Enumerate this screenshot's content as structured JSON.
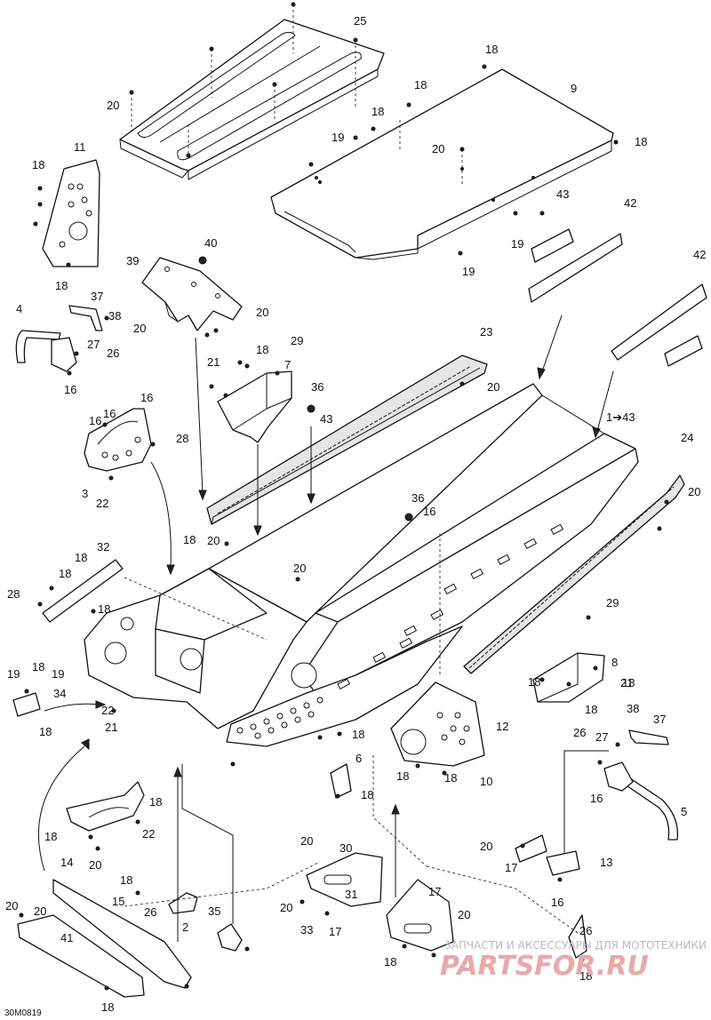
{
  "diagram": {
    "code": "30M0819",
    "watermark": {
      "tagline": "ЗАПЧАСТИ И АКСЕССУАРЫ ДЛЯ МОТОТЕХНИКИ",
      "brand": "PARTSFOR.RU"
    },
    "callouts": [
      "25",
      "20",
      "18",
      "9",
      "18",
      "19",
      "18",
      "20",
      "18",
      "11",
      "18",
      "18",
      "43",
      "42",
      "19",
      "19",
      "40",
      "39",
      "20",
      "37",
      "4",
      "20",
      "38",
      "27",
      "26",
      "16",
      "42",
      "29",
      "18",
      "7",
      "21",
      "23",
      "20",
      "36",
      "16",
      "43",
      "16",
      "16",
      "28",
      "3",
      "22",
      "1➔43",
      "24",
      "20",
      "36",
      "16",
      "20",
      "32",
      "18",
      "18",
      "28",
      "18",
      "20",
      "18",
      "29",
      "8",
      "18",
      "19",
      "18",
      "19",
      "34",
      "18",
      "22",
      "21",
      "18",
      "21",
      "18",
      "12",
      "38",
      "37",
      "26",
      "27",
      "16",
      "5",
      "18",
      "6",
      "18",
      "18",
      "18",
      "10",
      "18",
      "18",
      "22",
      "14",
      "20",
      "20",
      "30",
      "31",
      "20",
      "17",
      "13",
      "16",
      "18",
      "2",
      "20",
      "20",
      "15",
      "26",
      "35",
      "17",
      "20",
      "20",
      "41",
      "18",
      "33",
      "17",
      "18",
      "26",
      "18"
    ]
  }
}
